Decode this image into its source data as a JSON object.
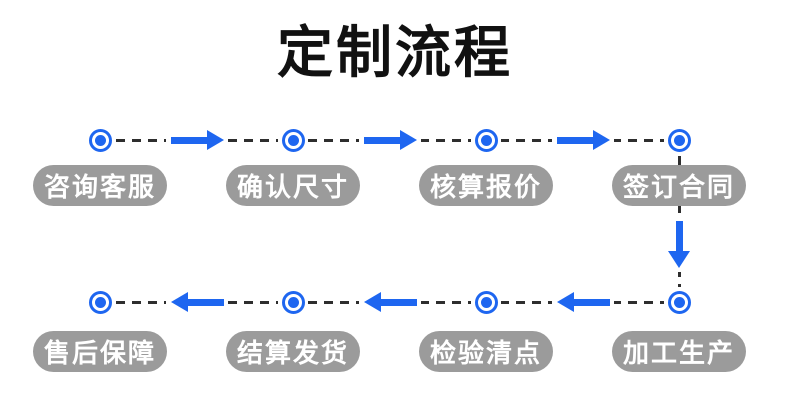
{
  "title": "定制流程",
  "colors": {
    "accent_blue": "#1e66f0",
    "pill_gray": "#9b9b9b",
    "dash_dark": "#2e2e2e",
    "title_black": "#111111",
    "background": "#ffffff"
  },
  "icons": {
    "node": "bullseye-dot-icon",
    "arrow_right": "arrow-right-icon",
    "arrow_left": "arrow-left-icon",
    "arrow_down": "arrow-down-icon"
  },
  "flow": {
    "rows": [
      {
        "direction": "right",
        "steps": [
          {
            "label": "咨询客服"
          },
          {
            "label": "确认尺寸"
          },
          {
            "label": "核算报价"
          },
          {
            "label": "签订合同"
          }
        ]
      },
      {
        "direction": "left",
        "steps": [
          {
            "label": "售后保障"
          },
          {
            "label": "结算发货"
          },
          {
            "label": "检验清点"
          },
          {
            "label": "加工生产"
          }
        ]
      }
    ]
  }
}
